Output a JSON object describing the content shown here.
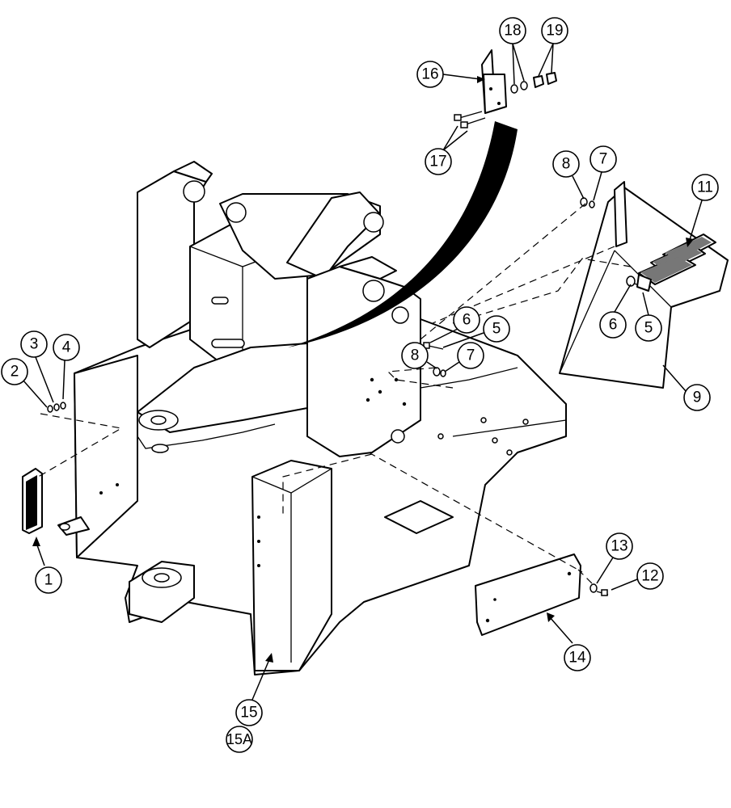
{
  "callouts": [
    {
      "id": "c1",
      "label": "1"
    },
    {
      "id": "c2",
      "label": "2"
    },
    {
      "id": "c3",
      "label": "3"
    },
    {
      "id": "c4",
      "label": "4"
    },
    {
      "id": "c5a",
      "label": "5"
    },
    {
      "id": "c6a",
      "label": "6"
    },
    {
      "id": "c7a",
      "label": "7"
    },
    {
      "id": "c8a",
      "label": "8"
    },
    {
      "id": "c5b",
      "label": "5"
    },
    {
      "id": "c6b",
      "label": "6"
    },
    {
      "id": "c7b",
      "label": "7"
    },
    {
      "id": "c8b",
      "label": "8"
    },
    {
      "id": "c9",
      "label": "9"
    },
    {
      "id": "c11",
      "label": "11"
    },
    {
      "id": "c12",
      "label": "12"
    },
    {
      "id": "c13",
      "label": "13"
    },
    {
      "id": "c14",
      "label": "14"
    },
    {
      "id": "c15",
      "label": "15"
    },
    {
      "id": "c15a",
      "label": "15A"
    },
    {
      "id": "c16",
      "label": "16"
    },
    {
      "id": "c17",
      "label": "17"
    },
    {
      "id": "c18",
      "label": "18"
    },
    {
      "id": "c19",
      "label": "19"
    }
  ]
}
